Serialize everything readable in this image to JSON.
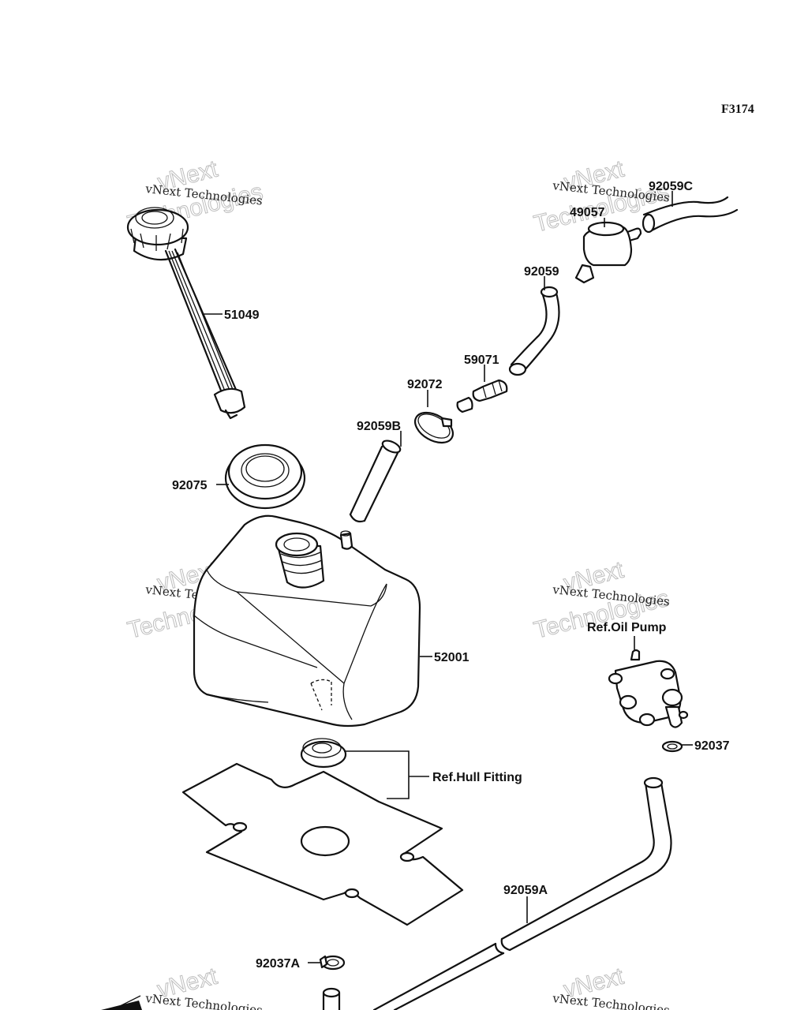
{
  "figure_code": "F3174",
  "watermark": {
    "line1": "vNext Technologies",
    "line2": "vNext",
    "line3": "Technologies"
  },
  "parts": [
    {
      "id": "51049",
      "label": "51049"
    },
    {
      "id": "92075",
      "label": "92075"
    },
    {
      "id": "52001",
      "label": "52001"
    },
    {
      "id": "92059C",
      "label": "92059C"
    },
    {
      "id": "49057",
      "label": "49057"
    },
    {
      "id": "92059",
      "label": "92059"
    },
    {
      "id": "59071",
      "label": "59071"
    },
    {
      "id": "92072",
      "label": "92072"
    },
    {
      "id": "92059B",
      "label": "92059B"
    },
    {
      "id": "92037",
      "label": "92037"
    },
    {
      "id": "92059A",
      "label": "92059A"
    },
    {
      "id": "92037A",
      "label": "92037A"
    }
  ],
  "references": {
    "oil_pump": "Ref.Oil Pump",
    "hull_fitting": "Ref.Hull Fitting"
  }
}
